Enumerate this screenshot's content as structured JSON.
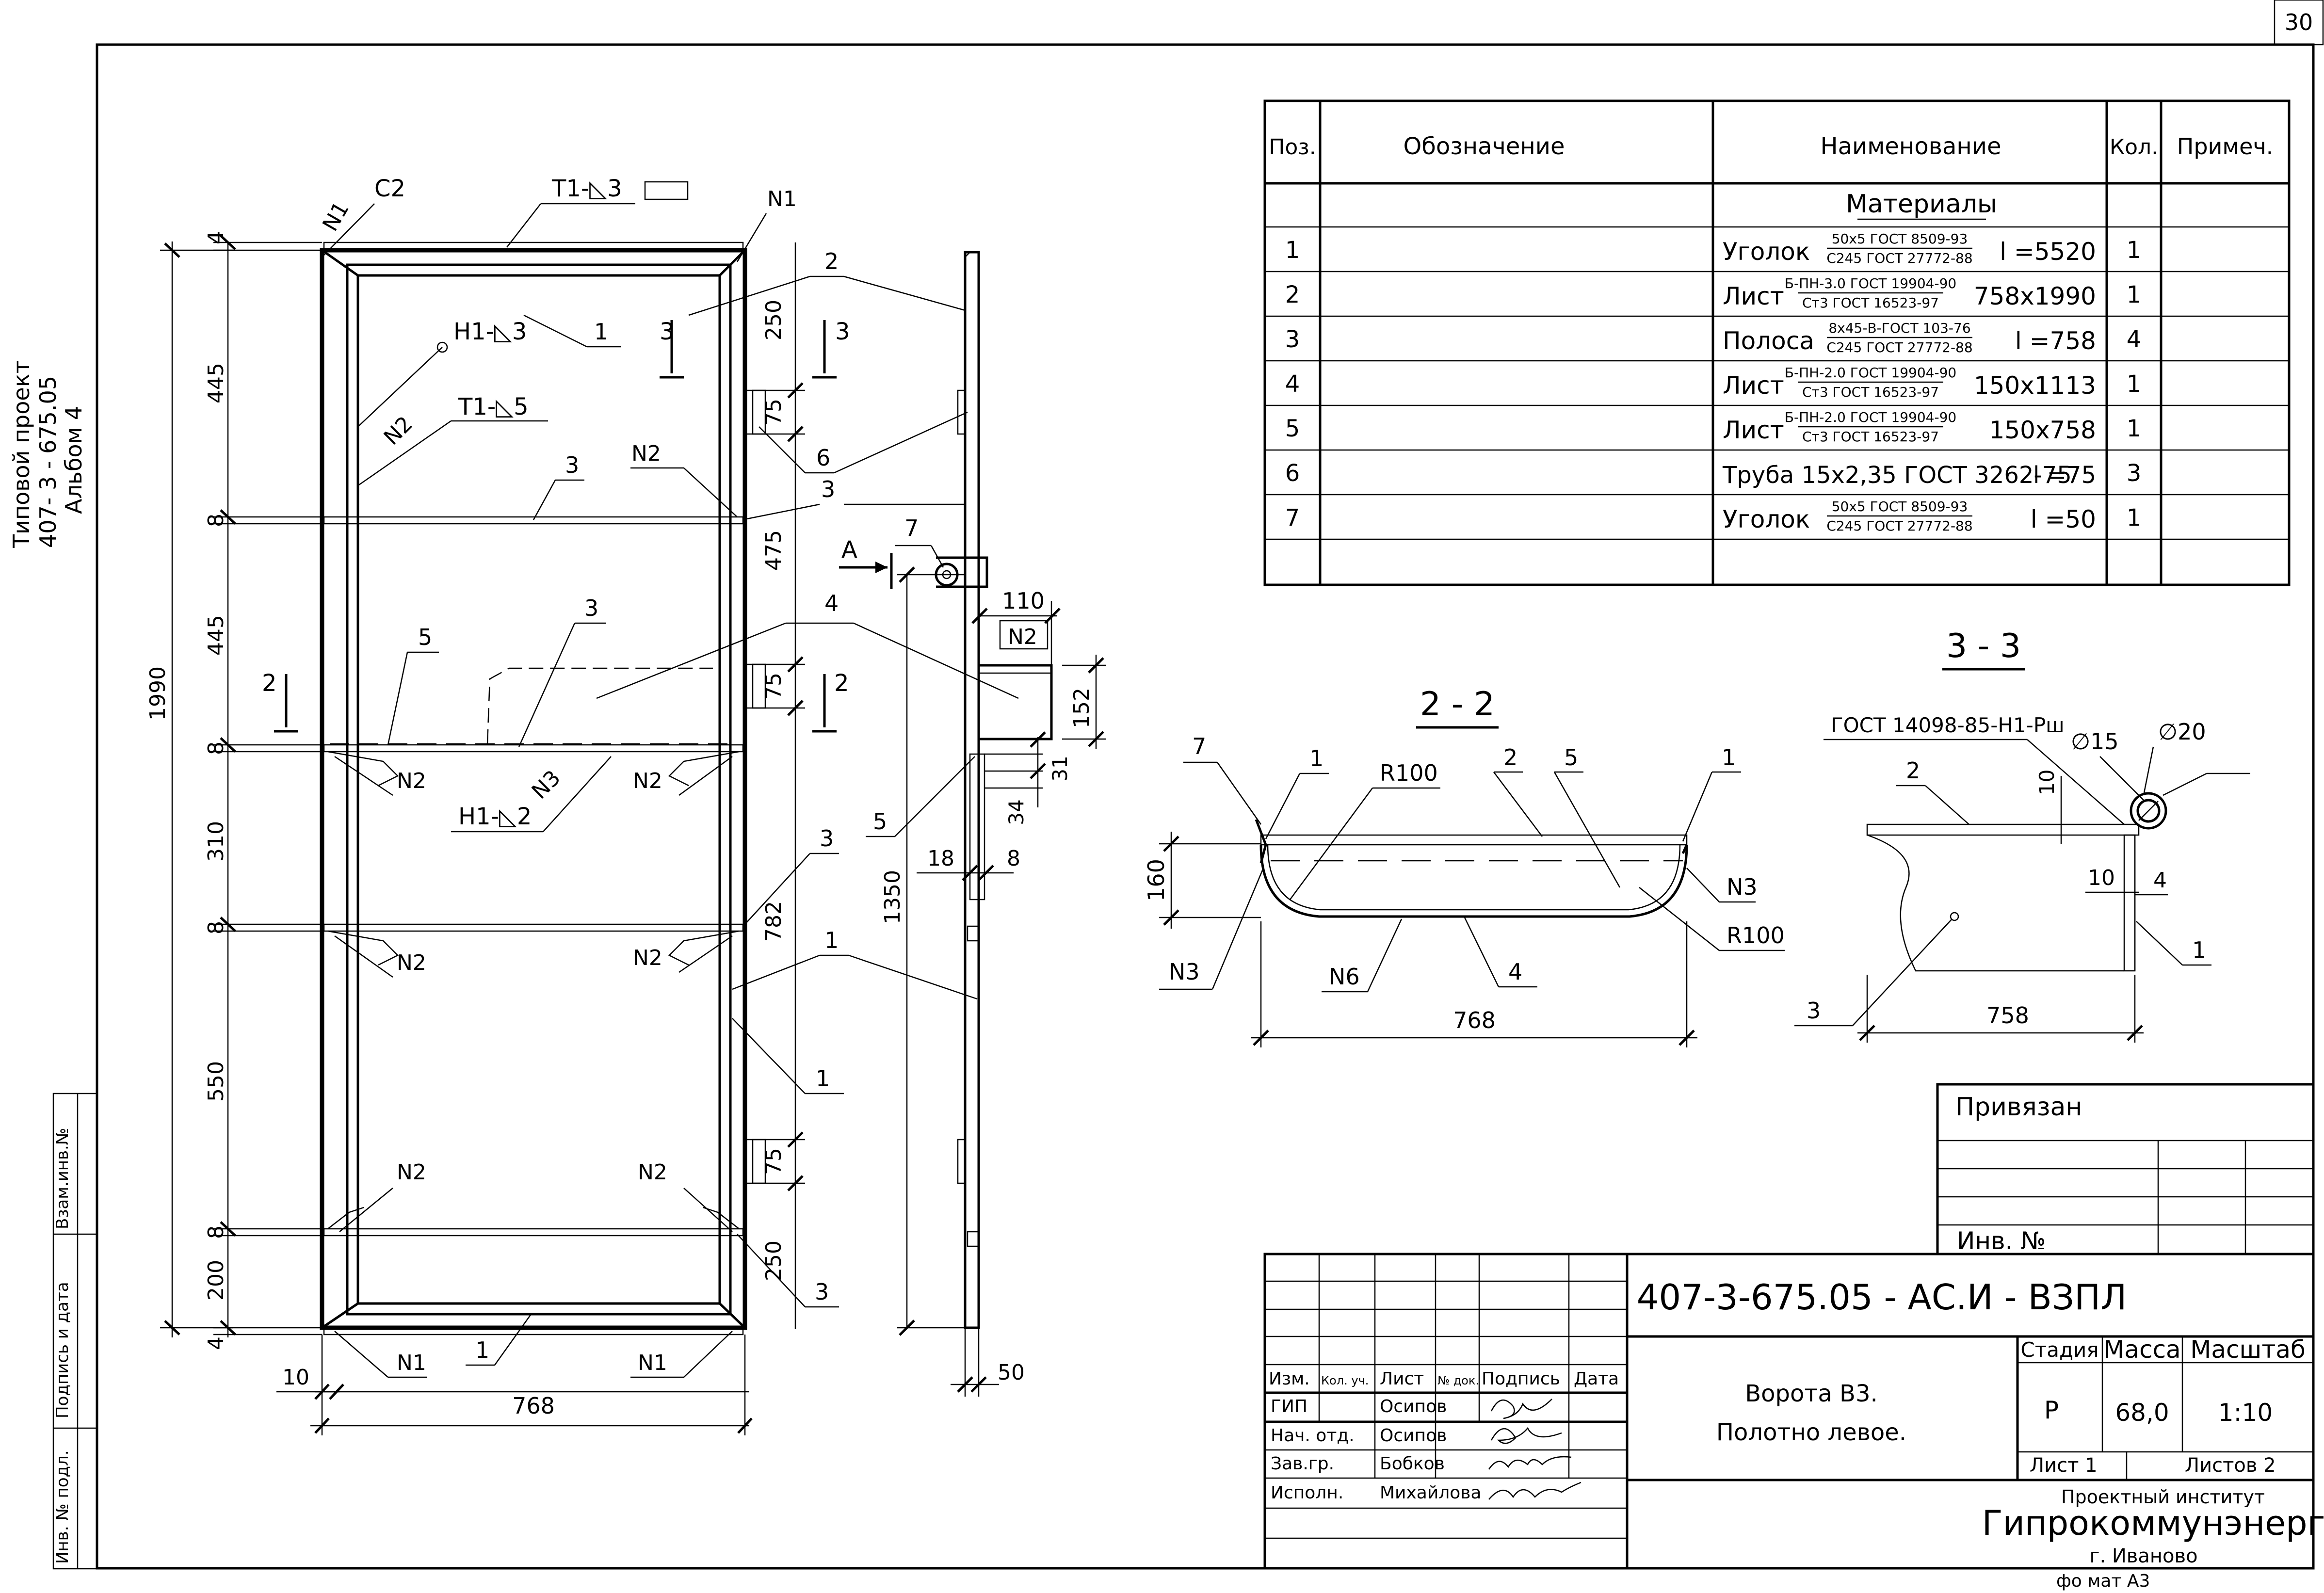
{
  "sheet": {
    "page_number": "30",
    "format": "фо мат А3",
    "series_lines": [
      "Типовой проект",
      "407- 3 - 675.05",
      "Альбом 4"
    ],
    "left_stamp": [
      "Инв. № подл.",
      "Подпись и дата",
      "Взам.инв.№"
    ]
  },
  "spec_table": {
    "headers": [
      "Поз.",
      "Обозначение",
      "Наименование",
      "Кол.",
      "Примеч."
    ],
    "section": "Материалы",
    "rows": [
      {
        "pos": "1",
        "name": "Уголок",
        "top": "50x5 ГОСТ 8509-93",
        "bottom": "С245 ГОСТ 27772-88",
        "size": "l =5520",
        "qty": "1"
      },
      {
        "pos": "2",
        "name": "Лист",
        "top": "Б-ПН-3.0 ГОСТ 19904-90",
        "bottom": "Ст3 ГОСТ 16523-97",
        "size": "758x1990",
        "qty": "1"
      },
      {
        "pos": "3",
        "name": "Полоса",
        "top": "8x45-В-ГОСТ 103-76",
        "bottom": "С245 ГОСТ 27772-88",
        "size": "l =758",
        "qty": "4"
      },
      {
        "pos": "4",
        "name": "Лист",
        "top": "Б-ПН-2.0 ГОСТ 19904-90",
        "bottom": "Ст3 ГОСТ 16523-97",
        "size": "150x1113",
        "qty": "1"
      },
      {
        "pos": "5",
        "name": "Лист",
        "top": "Б-ПН-2.0 ГОСТ 19904-90",
        "bottom": "Ст3 ГОСТ 16523-97",
        "size": "150x758",
        "qty": "1"
      },
      {
        "pos": "6",
        "name": "Труба 15x2,35  ГОСТ 3262-75",
        "top": "",
        "bottom": "",
        "size": "l =75",
        "qty": "3"
      },
      {
        "pos": "7",
        "name": "Уголок",
        "top": "50x5 ГОСТ 8509-93",
        "bottom": "С245 ГОСТ 27772-88",
        "size": "l =50",
        "qty": "1"
      }
    ]
  },
  "front_view": {
    "weld_labels": [
      "С2",
      "Т1-◺3",
      "Н1-◺3",
      "Т1-◺5",
      "Н1-◺2"
    ],
    "joint_labels": [
      "N1",
      "N2",
      "N3"
    ],
    "left_dims": [
      "4",
      "445",
      "8",
      "445",
      "8",
      "310",
      "8",
      "550",
      "8",
      "200",
      "4"
    ],
    "overall_height": "1990",
    "width": "768",
    "offset": "10",
    "right_dims": [
      "250",
      "75",
      "475",
      "75",
      "782",
      "75",
      "250"
    ],
    "section_marks": [
      "2",
      "2",
      "3",
      "3"
    ],
    "leaders": [
      "1",
      "2",
      "3",
      "4",
      "5",
      "6",
      "7"
    ]
  },
  "side_view": {
    "view_mark": "А",
    "dims": [
      "110",
      "152",
      "31",
      "34",
      "18",
      "8",
      "1350",
      "50"
    ],
    "labels": [
      "N2",
      "5",
      "7"
    ]
  },
  "section_2": {
    "title": "2 - 2",
    "labels": [
      "7",
      "1",
      "R100",
      "2",
      "5",
      "1",
      "N3",
      "R100",
      "N3",
      "N6",
      "4"
    ],
    "height": "160",
    "width": "768"
  },
  "section_3": {
    "title": "3 - 3",
    "note": "ГОСТ 14098-85-Н1-Рш",
    "labels": [
      "2",
      "∅15",
      "∅20",
      "10",
      "10",
      "4",
      "1",
      "3"
    ],
    "width": "758"
  },
  "title_block": {
    "attached": "Привязан",
    "inv": "Инв. №",
    "designation": "407-3-675.05 - АС.И - ВЗПЛ",
    "col_headers": [
      "Изм.",
      "Кол. уч.",
      "Лист",
      "№ док.",
      "Подпись",
      "Дата"
    ],
    "roles": [
      "ГИП",
      "Нач. отд.",
      "Зав.гр.",
      "Исполн."
    ],
    "names": [
      "Осипов",
      "Осипов",
      "Бобков",
      "Михайлова"
    ],
    "object_lines": [
      "Ворота В3.",
      "Полотно левое."
    ],
    "stage_header": "Стадия",
    "mass_header": "Масса",
    "scale_header": "Масштаб",
    "stage": "Р",
    "mass": "68,0",
    "scale": "1:10",
    "sheet_label": "Лист 1",
    "sheets_label": "Листов 2",
    "org_line1": "Проектный институт",
    "org_line2": "Гипрокоммунэнерго",
    "org_line3": "г. Иваново"
  }
}
